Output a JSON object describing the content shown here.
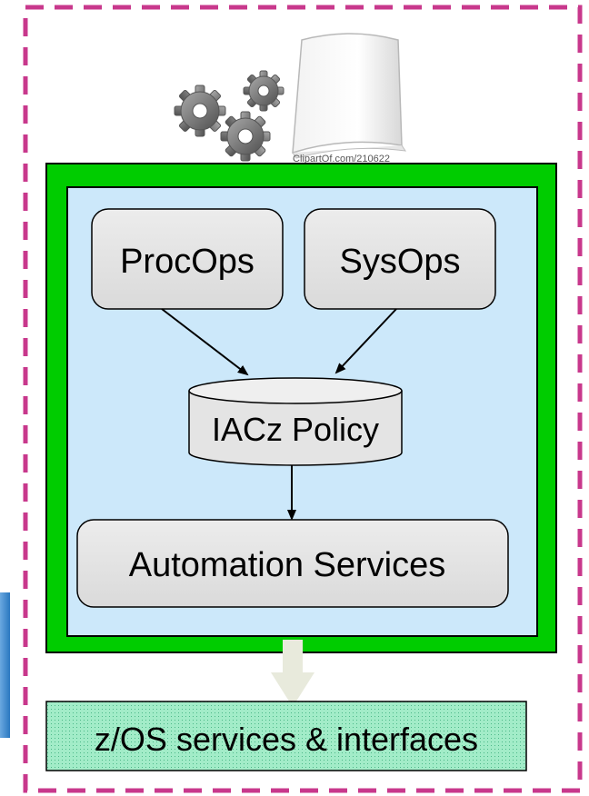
{
  "diagram": {
    "credit": "ClipartOf.com/210622",
    "procops": "ProcOps",
    "sysops": "SysOps",
    "policy": "IACz Policy",
    "automation": "Automation Services",
    "zos": "z/OS services & interfaces"
  },
  "icons": {
    "gears": "gears-icon",
    "book": "book-icon"
  },
  "colors": {
    "dashed_border": "#c8388c",
    "outer_box": "#00cc00",
    "inner_box": "#cce8fa",
    "node_fill": "#e4e4e4",
    "zos_fill": "#9ee8c8",
    "side_bar": "#3a8acb",
    "down_arrow": "#e8eadc"
  }
}
